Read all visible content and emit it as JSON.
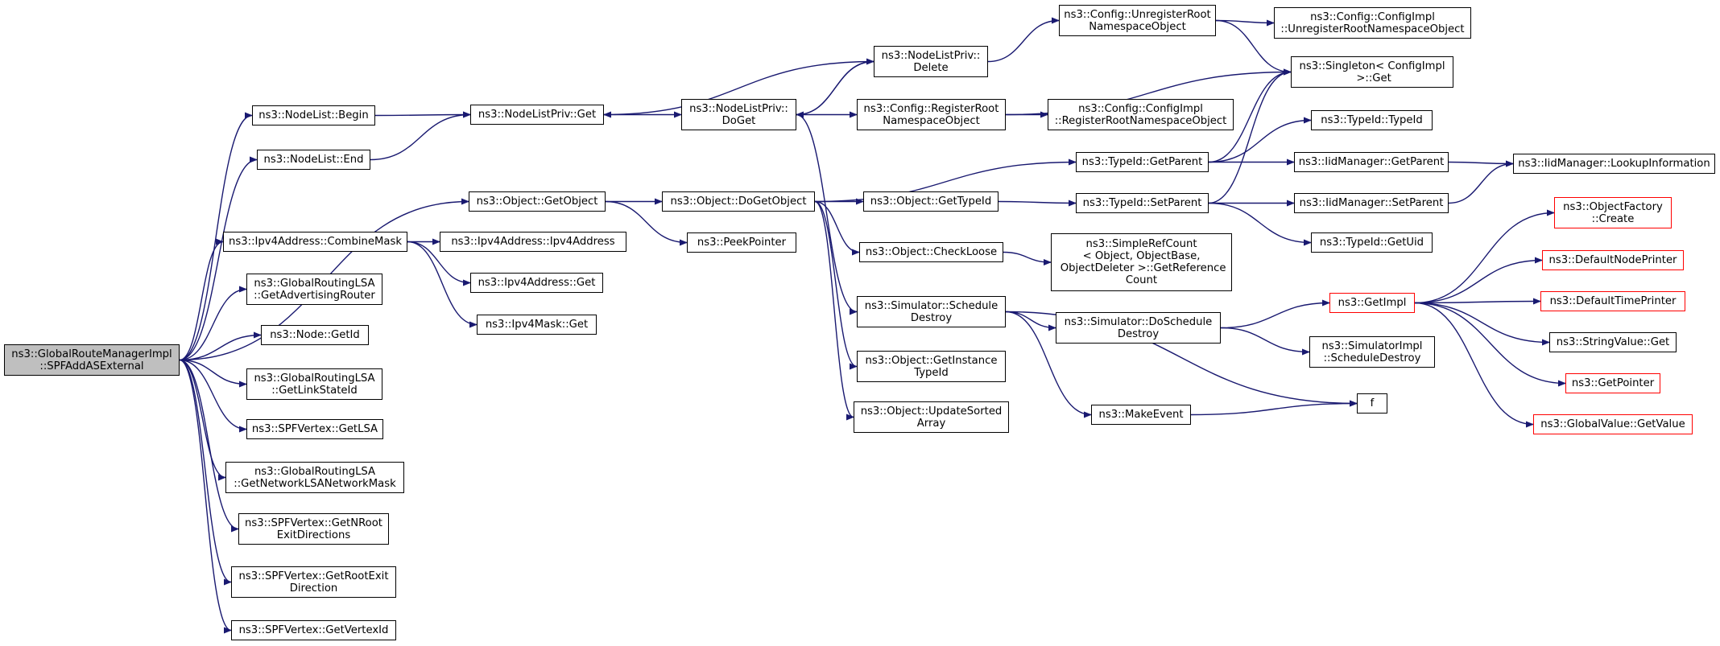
{
  "colors": {
    "edge": "#191970",
    "root_fill": "#bfbfbf",
    "node_border": "#000000",
    "truncated_border": "#ff0000"
  },
  "nodes": [
    {
      "id": "root",
      "label": "ns3::GlobalRouteManagerImpl\n::SPFAddASExternal",
      "style": "root"
    },
    {
      "id": "nl_begin",
      "label": "ns3::NodeList::Begin",
      "style": "normal"
    },
    {
      "id": "nl_end",
      "label": "ns3::NodeList::End",
      "style": "normal"
    },
    {
      "id": "obj_getobject",
      "label": "ns3::Object::GetObject",
      "style": "normal"
    },
    {
      "id": "ipv4_combine",
      "label": "ns3::Ipv4Address::CombineMask",
      "style": "normal"
    },
    {
      "id": "glsa_advrouter",
      "label": "ns3::GlobalRoutingLSA\n::GetAdvertisingRouter",
      "style": "normal"
    },
    {
      "id": "node_getid",
      "label": "ns3::Node::GetId",
      "style": "normal"
    },
    {
      "id": "glsa_linkstate",
      "label": "ns3::GlobalRoutingLSA\n::GetLinkStateId",
      "style": "normal"
    },
    {
      "id": "spf_getlsa",
      "label": "ns3::SPFVertex::GetLSA",
      "style": "normal"
    },
    {
      "id": "glsa_netmask",
      "label": "ns3::GlobalRoutingLSA\n::GetNetworkLSANetworkMask",
      "style": "normal"
    },
    {
      "id": "spf_nroot",
      "label": "ns3::SPFVertex::GetNRoot\nExitDirections",
      "style": "normal"
    },
    {
      "id": "spf_rootexit",
      "label": "ns3::SPFVertex::GetRootExit\nDirection",
      "style": "normal"
    },
    {
      "id": "spf_vertexid",
      "label": "ns3::SPFVertex::GetVertexId",
      "style": "normal"
    },
    {
      "id": "nlp_get",
      "label": "ns3::NodeListPriv::Get",
      "style": "normal"
    },
    {
      "id": "ipv4_ctor",
      "label": "ns3::Ipv4Address::Ipv4Address",
      "style": "normal"
    },
    {
      "id": "ipv4_get",
      "label": "ns3::Ipv4Address::Get",
      "style": "normal"
    },
    {
      "id": "ipv4mask_get",
      "label": "ns3::Ipv4Mask::Get",
      "style": "normal"
    },
    {
      "id": "nlp_doget",
      "label": "ns3::NodeListPriv::\nDoGet",
      "style": "normal"
    },
    {
      "id": "nlp_delete",
      "label": "ns3::NodeListPriv::\nDelete",
      "style": "normal"
    },
    {
      "id": "obj_dogetobject",
      "label": "ns3::Object::DoGetObject",
      "style": "normal"
    },
    {
      "id": "peekpointer",
      "label": "ns3::PeekPointer",
      "style": "normal"
    },
    {
      "id": "cfg_register",
      "label": "ns3::Config::RegisterRoot\nNamespaceObject",
      "style": "normal"
    },
    {
      "id": "obj_gettypeid",
      "label": "ns3::Object::GetTypeId",
      "style": "normal"
    },
    {
      "id": "obj_checkloose",
      "label": "ns3::Object::CheckLoose",
      "style": "normal"
    },
    {
      "id": "sim_schedule",
      "label": "ns3::Simulator::Schedule\nDestroy",
      "style": "normal"
    },
    {
      "id": "obj_getinstance",
      "label": "ns3::Object::GetInstance\nTypeId",
      "style": "normal"
    },
    {
      "id": "obj_updatesorted",
      "label": "ns3::Object::UpdateSorted\nArray",
      "style": "normal"
    },
    {
      "id": "cfg_unregister",
      "label": "ns3::Config::UnregisterRoot\nNamespaceObject",
      "style": "normal"
    },
    {
      "id": "cfgimpl_register",
      "label": "ns3::Config::ConfigImpl\n::RegisterRootNamespaceObject",
      "style": "normal"
    },
    {
      "id": "typeid_getparent",
      "label": "ns3::TypeId::GetParent",
      "style": "normal"
    },
    {
      "id": "typeid_setparent",
      "label": "ns3::TypeId::SetParent",
      "style": "normal"
    },
    {
      "id": "simplerefcount",
      "label": "ns3::SimpleRefCount\n< Object, ObjectBase,\n ObjectDeleter >::GetReference\nCount",
      "style": "normal"
    },
    {
      "id": "sim_doschedule",
      "label": "ns3::Simulator::DoSchedule\nDestroy",
      "style": "normal"
    },
    {
      "id": "makeevent",
      "label": "ns3::MakeEvent",
      "style": "normal"
    },
    {
      "id": "cfgimpl_unregister",
      "label": "ns3::Config::ConfigImpl\n::UnregisterRootNamespaceObject",
      "style": "normal"
    },
    {
      "id": "singleton_get",
      "label": "ns3::Singleton< ConfigImpl\n >::Get",
      "style": "normal"
    },
    {
      "id": "typeid_typeid",
      "label": "ns3::TypeId::TypeId",
      "style": "normal"
    },
    {
      "id": "iid_getparent",
      "label": "ns3::IidManager::GetParent",
      "style": "normal"
    },
    {
      "id": "iid_setparent",
      "label": "ns3::IidManager::SetParent",
      "style": "normal"
    },
    {
      "id": "typeid_getuid",
      "label": "ns3::TypeId::GetUid",
      "style": "normal"
    },
    {
      "id": "getimpl",
      "label": "ns3::GetImpl",
      "style": "red"
    },
    {
      "id": "simimpl_schedule",
      "label": "ns3::SimulatorImpl\n::ScheduleDestroy",
      "style": "normal"
    },
    {
      "id": "f",
      "label": "f",
      "style": "normal"
    },
    {
      "id": "iid_lookup",
      "label": "ns3::IidManager::LookupInformation",
      "style": "normal"
    },
    {
      "id": "objfactory_create",
      "label": "ns3::ObjectFactory\n::Create",
      "style": "red"
    },
    {
      "id": "defnodeprinter",
      "label": "ns3::DefaultNodePrinter",
      "style": "red"
    },
    {
      "id": "deftimeprinter",
      "label": "ns3::DefaultTimePrinter",
      "style": "red"
    },
    {
      "id": "stringvalue_get",
      "label": "ns3::StringValue::Get",
      "style": "normal"
    },
    {
      "id": "getpointer",
      "label": "ns3::GetPointer",
      "style": "red"
    },
    {
      "id": "globalvalue_get",
      "label": "ns3::GlobalValue::GetValue",
      "style": "red"
    }
  ],
  "edges": [
    [
      "root",
      "nl_begin"
    ],
    [
      "root",
      "nl_end"
    ],
    [
      "root",
      "obj_getobject"
    ],
    [
      "root",
      "ipv4_combine"
    ],
    [
      "root",
      "glsa_advrouter"
    ],
    [
      "root",
      "node_getid"
    ],
    [
      "root",
      "glsa_linkstate"
    ],
    [
      "root",
      "spf_getlsa"
    ],
    [
      "root",
      "glsa_netmask"
    ],
    [
      "root",
      "spf_nroot"
    ],
    [
      "root",
      "spf_rootexit"
    ],
    [
      "root",
      "spf_vertexid"
    ],
    [
      "nl_begin",
      "nlp_get"
    ],
    [
      "nl_end",
      "nlp_get"
    ],
    [
      "nlp_get",
      "nlp_doget"
    ],
    [
      "nlp_doget",
      "nlp_delete"
    ],
    [
      "nlp_delete",
      "nlp_doget"
    ],
    [
      "nlp_delete",
      "nlp_get"
    ],
    [
      "nlp_delete",
      "cfg_unregister"
    ],
    [
      "nlp_doget",
      "cfg_register"
    ],
    [
      "nlp_doget",
      "sim_schedule"
    ],
    [
      "cfg_unregister",
      "cfgimpl_unregister"
    ],
    [
      "cfg_unregister",
      "singleton_get"
    ],
    [
      "cfg_register",
      "cfgimpl_register"
    ],
    [
      "cfg_register",
      "singleton_get"
    ],
    [
      "obj_getobject",
      "obj_dogetobject"
    ],
    [
      "obj_getobject",
      "peekpointer"
    ],
    [
      "obj_dogetobject",
      "obj_gettypeid"
    ],
    [
      "obj_dogetobject",
      "obj_checkloose"
    ],
    [
      "obj_dogetobject",
      "typeid_getparent"
    ],
    [
      "obj_dogetobject",
      "obj_getinstance"
    ],
    [
      "obj_dogetobject",
      "obj_updatesorted"
    ],
    [
      "obj_gettypeid",
      "typeid_setparent"
    ],
    [
      "obj_checkloose",
      "simplerefcount"
    ],
    [
      "typeid_getparent",
      "typeid_typeid"
    ],
    [
      "typeid_getparent",
      "iid_getparent"
    ],
    [
      "typeid_getparent",
      "singleton_get"
    ],
    [
      "typeid_setparent",
      "iid_setparent"
    ],
    [
      "typeid_setparent",
      "typeid_getuid"
    ],
    [
      "typeid_setparent",
      "singleton_get"
    ],
    [
      "iid_getparent",
      "iid_lookup"
    ],
    [
      "iid_setparent",
      "iid_lookup"
    ],
    [
      "ipv4_combine",
      "ipv4_ctor"
    ],
    [
      "ipv4_combine",
      "ipv4_get"
    ],
    [
      "ipv4_combine",
      "ipv4mask_get"
    ],
    [
      "sim_schedule",
      "sim_doschedule"
    ],
    [
      "sim_schedule",
      "makeevent"
    ],
    [
      "sim_schedule",
      "f"
    ],
    [
      "sim_doschedule",
      "getimpl"
    ],
    [
      "sim_doschedule",
      "simimpl_schedule"
    ],
    [
      "makeevent",
      "f"
    ],
    [
      "getimpl",
      "objfactory_create"
    ],
    [
      "getimpl",
      "defnodeprinter"
    ],
    [
      "getimpl",
      "deftimeprinter"
    ],
    [
      "getimpl",
      "stringvalue_get"
    ],
    [
      "getimpl",
      "getpointer"
    ],
    [
      "getimpl",
      "globalvalue_get"
    ]
  ]
}
